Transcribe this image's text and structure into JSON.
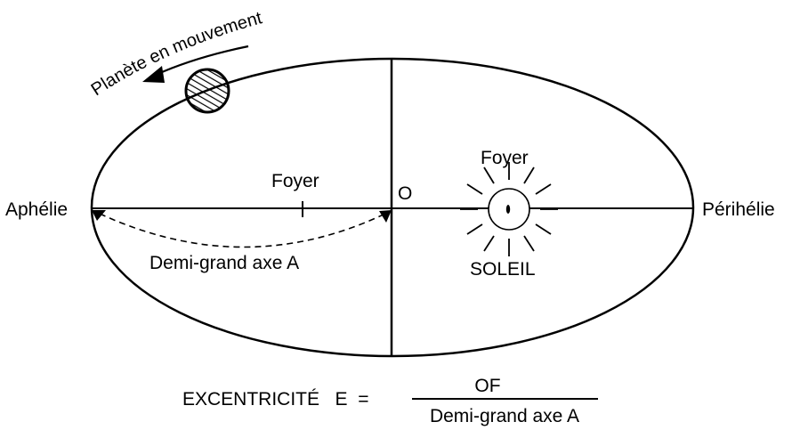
{
  "diagram": {
    "moving_planet_label": "Planète en mouvement",
    "aphelion_label": "Aphélie",
    "perihelion_label": "Périhélie",
    "center_label": "O",
    "focus_left_label": "Foyer",
    "focus_right_label": "Foyer",
    "sun_label": "SOLEIL",
    "semi_major_axis_label": "Demi-grand axe A"
  },
  "formula": {
    "lhs": "EXCENTRICITÉ   E  =",
    "numerator": "OF",
    "denominator": "Demi-grand axe A"
  }
}
